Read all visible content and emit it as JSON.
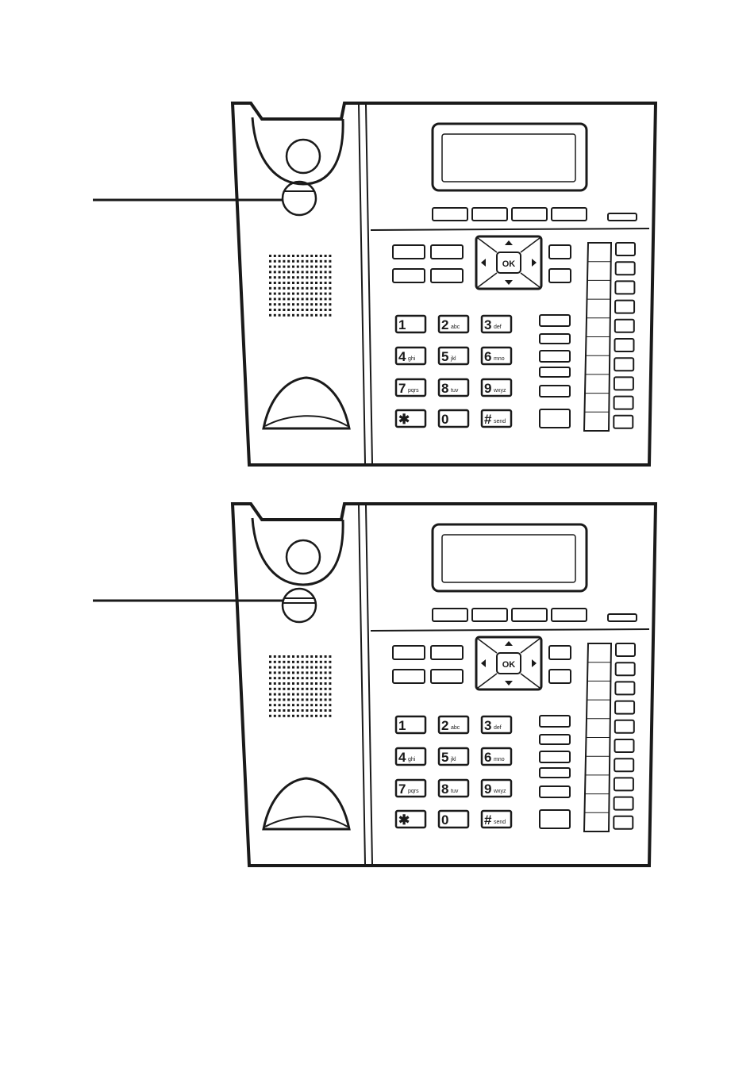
{
  "phones": [
    {
      "id": "top",
      "hook_state": "raised"
    },
    {
      "id": "bottom",
      "hook_state": "lowered"
    }
  ],
  "nav": {
    "ok_label": "OK"
  },
  "keypad": [
    {
      "digit": "1",
      "letters": ""
    },
    {
      "digit": "2",
      "letters": "abc"
    },
    {
      "digit": "3",
      "letters": "def"
    },
    {
      "digit": "4",
      "letters": "ghi"
    },
    {
      "digit": "5",
      "letters": "jkl"
    },
    {
      "digit": "6",
      "letters": "mno"
    },
    {
      "digit": "7",
      "letters": "pqrs"
    },
    {
      "digit": "8",
      "letters": "tuv"
    },
    {
      "digit": "9",
      "letters": "wxyz"
    },
    {
      "digit": "✱",
      "letters": ""
    },
    {
      "digit": "0",
      "letters": ""
    },
    {
      "digit": "#",
      "letters": "send"
    }
  ],
  "colors": {
    "line": "#1a1a1a",
    "background": "#ffffff"
  }
}
